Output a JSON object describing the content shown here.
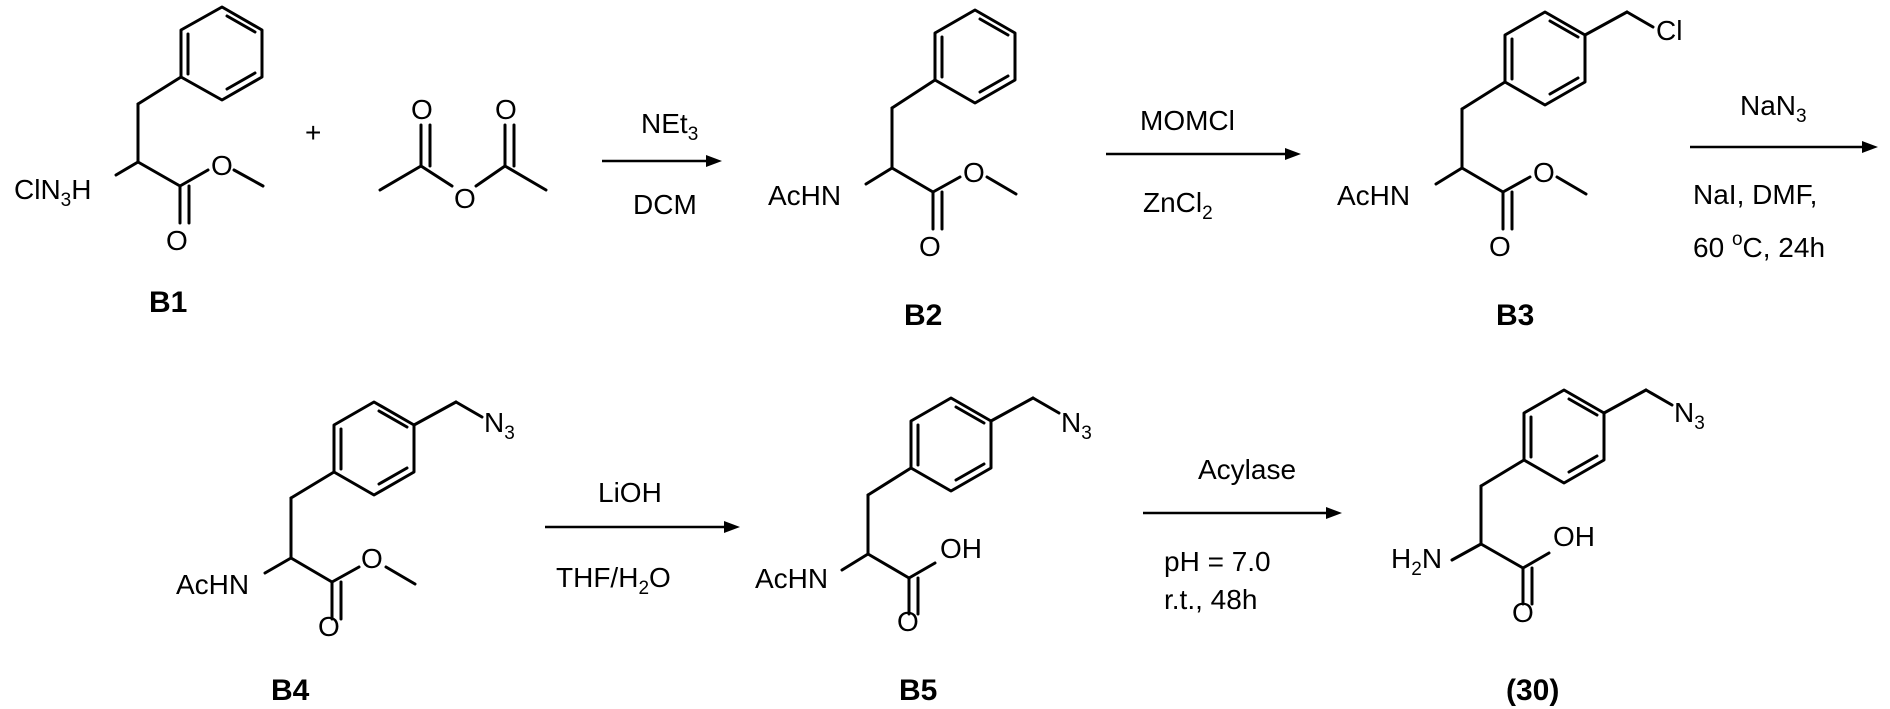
{
  "compounds": {
    "b1": {
      "label": "B1",
      "amine": "ClN",
      "amine_sub": "3",
      "amine_end": "H",
      "carbonyl_o": "O",
      "ester_o": "O"
    },
    "plus": "+",
    "anhydride": {
      "bridge_o": "O",
      "o_left": "O",
      "o_right": "O"
    },
    "b2": {
      "label": "B2",
      "amine": "AcHN",
      "carbonyl_o": "O",
      "ester_o": "O"
    },
    "b3": {
      "label": "B3",
      "amine": "AcHN",
      "carbonyl_o": "O",
      "ester_o": "O",
      "substituent": "Cl"
    },
    "b4": {
      "label": "B4",
      "amine": "AcHN",
      "carbonyl_o": "O",
      "ester_o": "O",
      "substituent": "N",
      "substituent_sub": "3"
    },
    "b5": {
      "label": "B5",
      "amine": "AcHN",
      "carbonyl_o": "O",
      "acid": "OH",
      "substituent": "N",
      "substituent_sub": "3"
    },
    "p30": {
      "label": "(30)",
      "amine": "H",
      "amine_sub": "2",
      "amine_end": "N",
      "carbonyl_o": "O",
      "acid": "OH",
      "substituent": "N",
      "substituent_sub": "3"
    }
  },
  "steps": {
    "s1": {
      "above": "NEt",
      "above_sub": "3",
      "below": "DCM"
    },
    "s2": {
      "above": "MOMCl",
      "below": "ZnCl",
      "below_sub": "2"
    },
    "s3": {
      "above": "NaN",
      "above_sub": "3",
      "below1": "NaI, DMF,",
      "below2_a": "60 ",
      "below2_sup": "o",
      "below2_b": "C, 24h"
    },
    "s4": {
      "above": "LiOH",
      "below_a": "THF/H",
      "below_sub": "2",
      "below_b": "O"
    },
    "s5": {
      "above": "Acylase",
      "below1": "pH = 7.0",
      "below2": "r.t., 48h"
    }
  }
}
